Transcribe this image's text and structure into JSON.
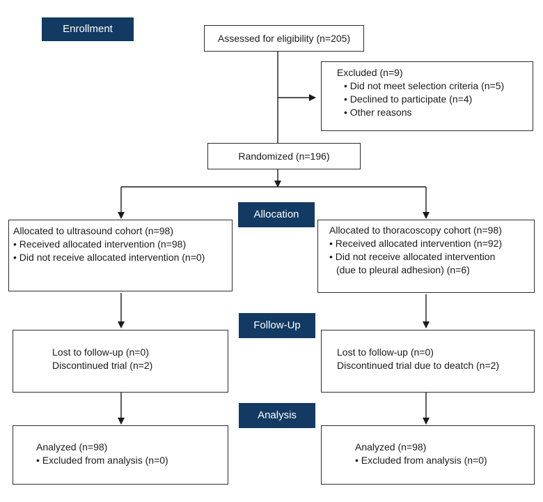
{
  "stages": {
    "enrollment": "Enrollment",
    "allocation": "Allocation",
    "follow_up": "Follow-Up",
    "analysis": "Analysis"
  },
  "assessed": "Assessed for eligibility (n=205)",
  "excluded": {
    "title": "Excluded (n=9)",
    "items": [
      "• Did not meet selection criteria (n=5)",
      "• Declined to participate (n=4)",
      "• Other reasons"
    ]
  },
  "randomized": "Randomized (n=196)",
  "ultrasound": {
    "allocation": {
      "title": "Allocated to ultrasound cohort (n=98)",
      "items": [
        "• Received allocated intervention (n=98)",
        "• Did not receive allocated intervention (n=0)"
      ]
    },
    "follow_up": [
      "Lost to follow-up (n=0)",
      "Discontinued trial (n=2)"
    ],
    "analysis": {
      "title": "Analyzed (n=98)",
      "items": [
        "• Excluded from analysis (n=0)"
      ]
    }
  },
  "thoracoscopy": {
    "allocation": {
      "title": "Allocated to thoracoscopy cohort (n=98)",
      "items": [
        "• Received allocated intervention (n=92)",
        "• Did not receive allocated intervention",
        "(due to pleural adhesion) (n=6)"
      ]
    },
    "follow_up": [
      "Lost to follow-up (n=0)",
      "Discontinued trial due to deatch (n=2)"
    ],
    "analysis": {
      "title": "Analyzed (n=98)",
      "items": [
        "• Excluded from analysis (n=0)"
      ]
    }
  },
  "colors": {
    "stage_bg": "#123a63",
    "stage_text": "#ffffff",
    "border": "#2b2b2b"
  }
}
